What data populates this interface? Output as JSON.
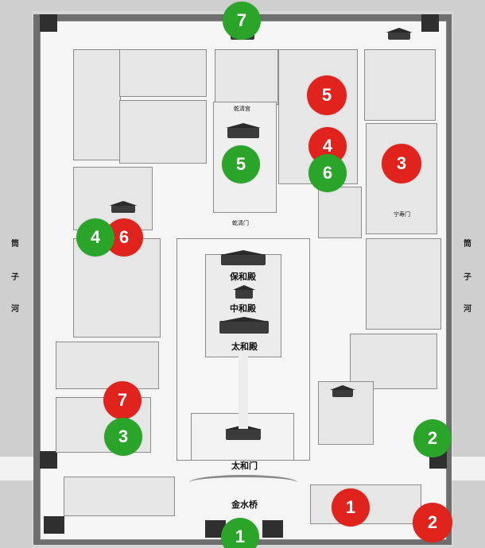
{
  "colors": {
    "green_marker": "#2aa52a",
    "red_marker": "#e0231c"
  },
  "labels": {
    "baohe": "保和殿",
    "zhonghe": "中和殿",
    "taihe": "太和殿",
    "taihemen": "太和门",
    "jinshuiqiao": "金水桥",
    "qianqinggong": "乾清宫",
    "qianqingmen": "乾清门",
    "ningshoumen": "宁寿门",
    "tongziheleft": [
      "筒",
      "子",
      "河"
    ],
    "tongziheright": [
      "筒",
      "子",
      "河"
    ]
  },
  "markers": [
    {
      "id": "g7",
      "label": "7",
      "color": "green"
    },
    {
      "id": "r5",
      "label": "5",
      "color": "red"
    },
    {
      "id": "r4",
      "label": "4",
      "color": "red"
    },
    {
      "id": "g5",
      "label": "5",
      "color": "green"
    },
    {
      "id": "g6",
      "label": "6",
      "color": "green"
    },
    {
      "id": "r3",
      "label": "3",
      "color": "red"
    },
    {
      "id": "r6",
      "label": "6",
      "color": "red"
    },
    {
      "id": "g4",
      "label": "4",
      "color": "green"
    },
    {
      "id": "r7",
      "label": "7",
      "color": "red"
    },
    {
      "id": "g3",
      "label": "3",
      "color": "green"
    },
    {
      "id": "g2",
      "label": "2",
      "color": "green"
    },
    {
      "id": "r1",
      "label": "1",
      "color": "red"
    },
    {
      "id": "r2",
      "label": "2",
      "color": "red"
    },
    {
      "id": "g1",
      "label": "1",
      "color": "green"
    }
  ]
}
